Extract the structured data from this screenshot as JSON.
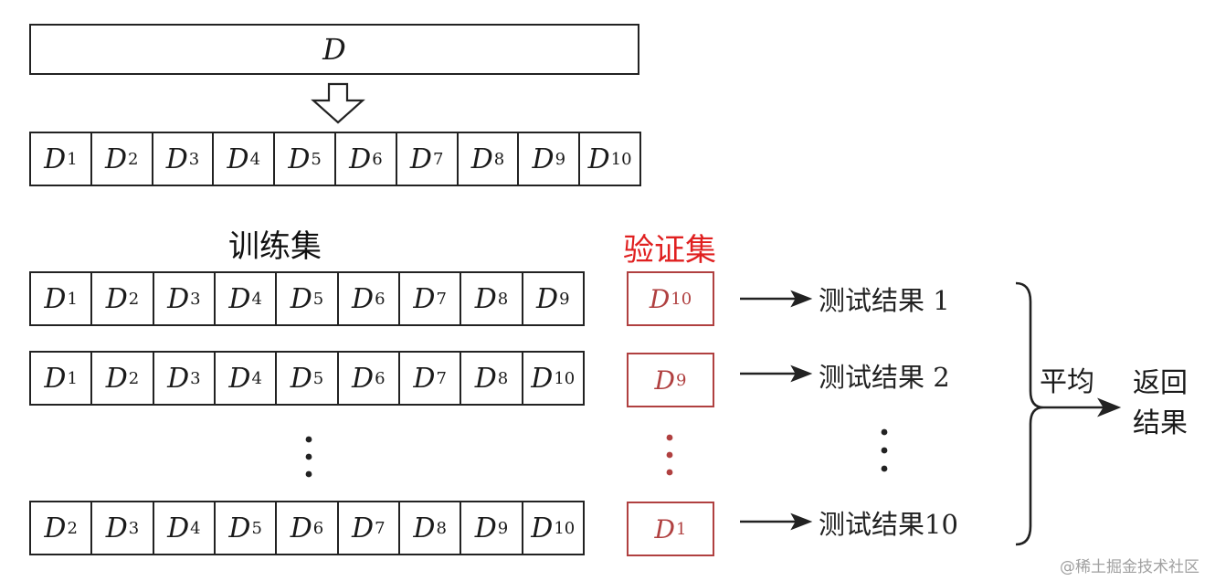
{
  "dataset": {
    "base": "D"
  },
  "split_row": {
    "cells": [
      {
        "base": "D",
        "sub": "1"
      },
      {
        "base": "D",
        "sub": "2"
      },
      {
        "base": "D",
        "sub": "3"
      },
      {
        "base": "D",
        "sub": "4"
      },
      {
        "base": "D",
        "sub": "5"
      },
      {
        "base": "D",
        "sub": "6"
      },
      {
        "base": "D",
        "sub": "7"
      },
      {
        "base": "D",
        "sub": "8"
      },
      {
        "base": "D",
        "sub": "9"
      },
      {
        "base": "D",
        "sub": "10"
      }
    ]
  },
  "labels": {
    "train": "训练集",
    "validation": "验证集"
  },
  "folds": [
    {
      "train": [
        {
          "base": "D",
          "sub": "1"
        },
        {
          "base": "D",
          "sub": "2"
        },
        {
          "base": "D",
          "sub": "3"
        },
        {
          "base": "D",
          "sub": "4"
        },
        {
          "base": "D",
          "sub": "5"
        },
        {
          "base": "D",
          "sub": "6"
        },
        {
          "base": "D",
          "sub": "7"
        },
        {
          "base": "D",
          "sub": "8"
        },
        {
          "base": "D",
          "sub": "9"
        }
      ],
      "validation": {
        "base": "D",
        "sub": "10"
      },
      "result": "测试结果 1"
    },
    {
      "train": [
        {
          "base": "D",
          "sub": "1"
        },
        {
          "base": "D",
          "sub": "2"
        },
        {
          "base": "D",
          "sub": "3"
        },
        {
          "base": "D",
          "sub": "4"
        },
        {
          "base": "D",
          "sub": "5"
        },
        {
          "base": "D",
          "sub": "6"
        },
        {
          "base": "D",
          "sub": "7"
        },
        {
          "base": "D",
          "sub": "8"
        },
        {
          "base": "D",
          "sub": "10"
        }
      ],
      "validation": {
        "base": "D",
        "sub": "9"
      },
      "result": "测试结果 2"
    },
    {
      "train": [
        {
          "base": "D",
          "sub": "2"
        },
        {
          "base": "D",
          "sub": "3"
        },
        {
          "base": "D",
          "sub": "4"
        },
        {
          "base": "D",
          "sub": "5"
        },
        {
          "base": "D",
          "sub": "6"
        },
        {
          "base": "D",
          "sub": "7"
        },
        {
          "base": "D",
          "sub": "8"
        },
        {
          "base": "D",
          "sub": "9"
        },
        {
          "base": "D",
          "sub": "10"
        }
      ],
      "validation": {
        "base": "D",
        "sub": "1"
      },
      "result": "测试结果10"
    }
  ],
  "average_label": "平均",
  "return_label": "返回结果",
  "watermark": "@稀土掘金技术社区",
  "colors": {
    "validation": "#e02020",
    "validation_box": "#b04040",
    "stroke": "#222222"
  }
}
